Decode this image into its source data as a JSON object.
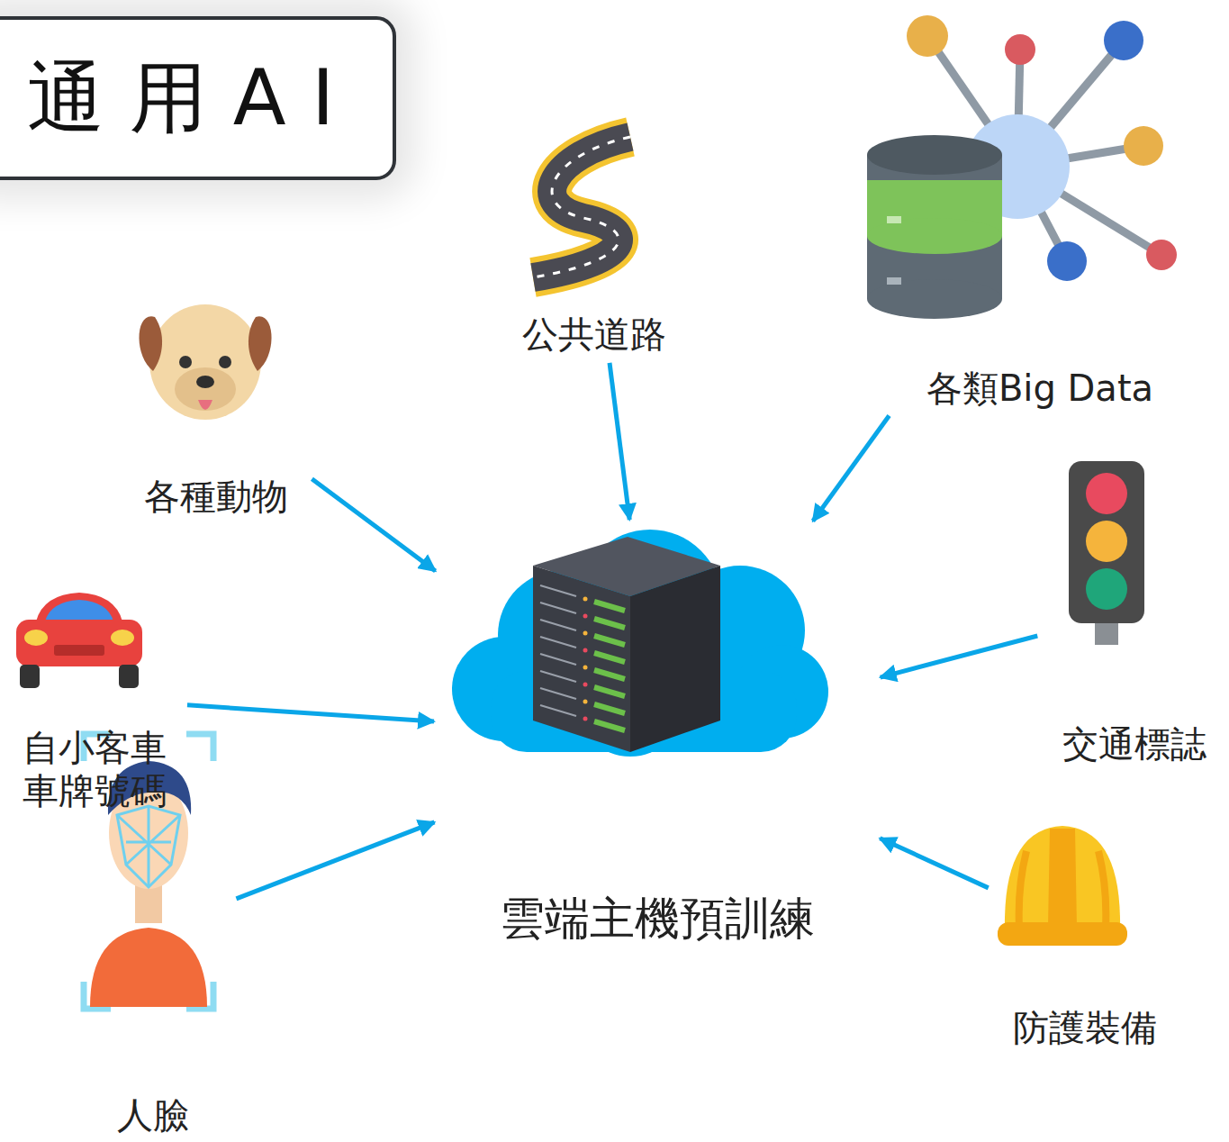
{
  "diagram": {
    "title": "通用AI",
    "nodes": [
      {
        "text": [
          "公共道路"
        ]
      },
      {
        "text": [
          "各類Big Data"
        ]
      },
      {
        "text": [
          "各種動物"
        ]
      },
      {
        "text": [
          "交通標誌"
        ]
      },
      {
        "text": [
          "自小客車 車牌號碼"
        ]
      },
      {
        "text": [
          "雲端主機預訓練"
        ]
      },
      {
        "text": [
          "防護裝備"
        ]
      },
      {
        "text": [
          "人臉"
        ]
      }
    ],
    "edges": [
      {
        "from": 0,
        "to": 5,
        "arrow": "to"
      },
      {
        "from": 1,
        "to": 5,
        "arrow": "to"
      },
      {
        "from": 2,
        "to": 5,
        "arrow": "to"
      },
      {
        "from": 3,
        "to": 5,
        "arrow": "to"
      },
      {
        "from": 4,
        "to": 5,
        "arrow": "to"
      },
      {
        "from": 6,
        "to": 5,
        "arrow": "to"
      },
      {
        "from": 7,
        "to": 5,
        "arrow": "to"
      }
    ]
  }
}
